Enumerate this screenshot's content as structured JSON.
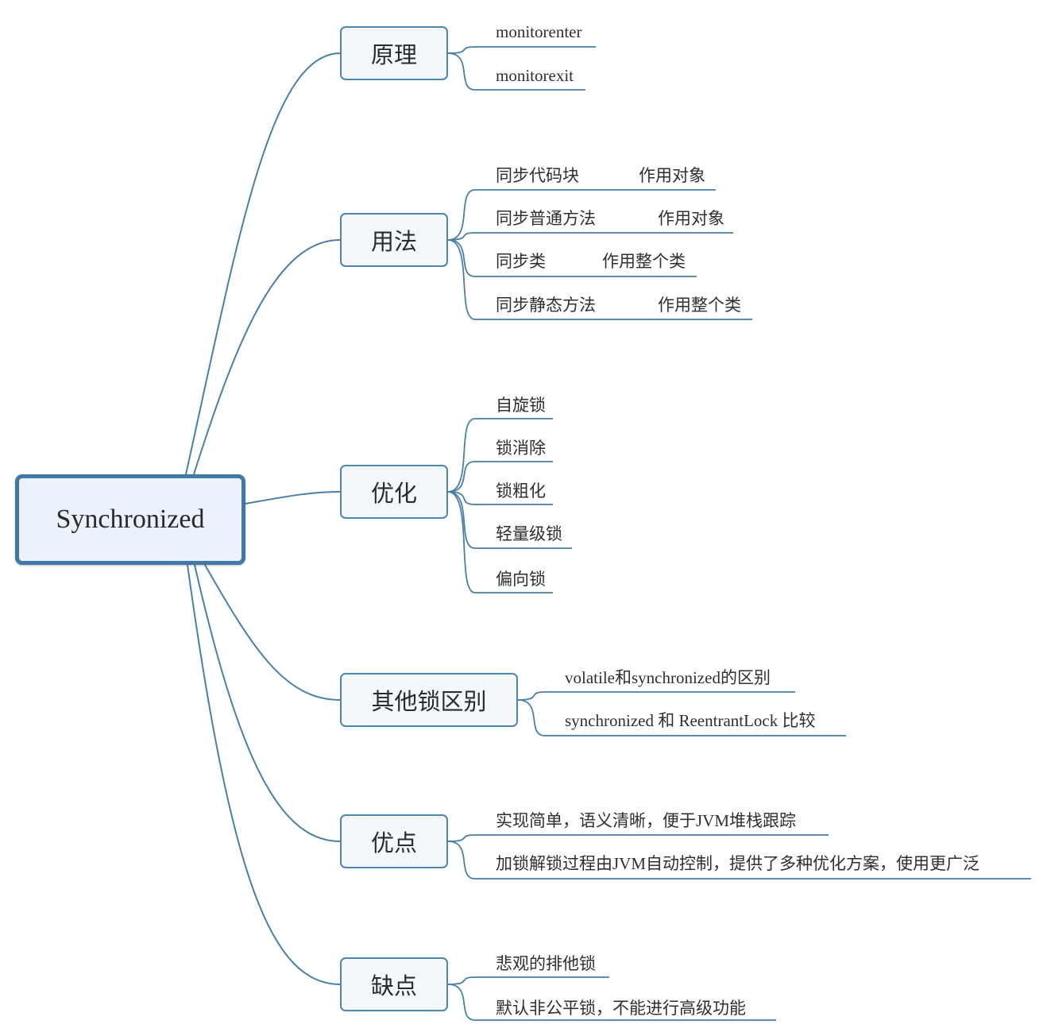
{
  "colors": {
    "line": "#4a7fa8",
    "box_border": "#4f86ad",
    "box_fill": "#f4f8fc",
    "root_fill": "#eaf2fb"
  },
  "root": "Synchronized",
  "branches": [
    {
      "label": "原理",
      "items": [
        [
          "monitorenter"
        ],
        [
          "monitorexit"
        ]
      ]
    },
    {
      "label": "用法",
      "items": [
        [
          "同步代码块",
          "作用对象"
        ],
        [
          "同步普通方法",
          "作用对象"
        ],
        [
          "同步类",
          "作用整个类"
        ],
        [
          "同步静态方法",
          "作用整个类"
        ]
      ]
    },
    {
      "label": "优化",
      "items": [
        [
          "自旋锁"
        ],
        [
          "锁消除"
        ],
        [
          "锁粗化"
        ],
        [
          "轻量级锁"
        ],
        [
          "偏向锁"
        ]
      ]
    },
    {
      "label": "其他锁区别",
      "items": [
        [
          "volatile和synchronized的区别"
        ],
        [
          "synchronized 和 ReentrantLock 比较"
        ]
      ]
    },
    {
      "label": "优点",
      "items": [
        [
          "实现简单，语义清晰，便于JVM堆栈跟踪"
        ],
        [
          "加锁解锁过程由JVM自动控制，提供了多种优化方案，使用更广泛"
        ]
      ]
    },
    {
      "label": "缺点",
      "items": [
        [
          "悲观的排他锁"
        ],
        [
          "默认非公平锁，不能进行高级功能"
        ]
      ]
    }
  ]
}
